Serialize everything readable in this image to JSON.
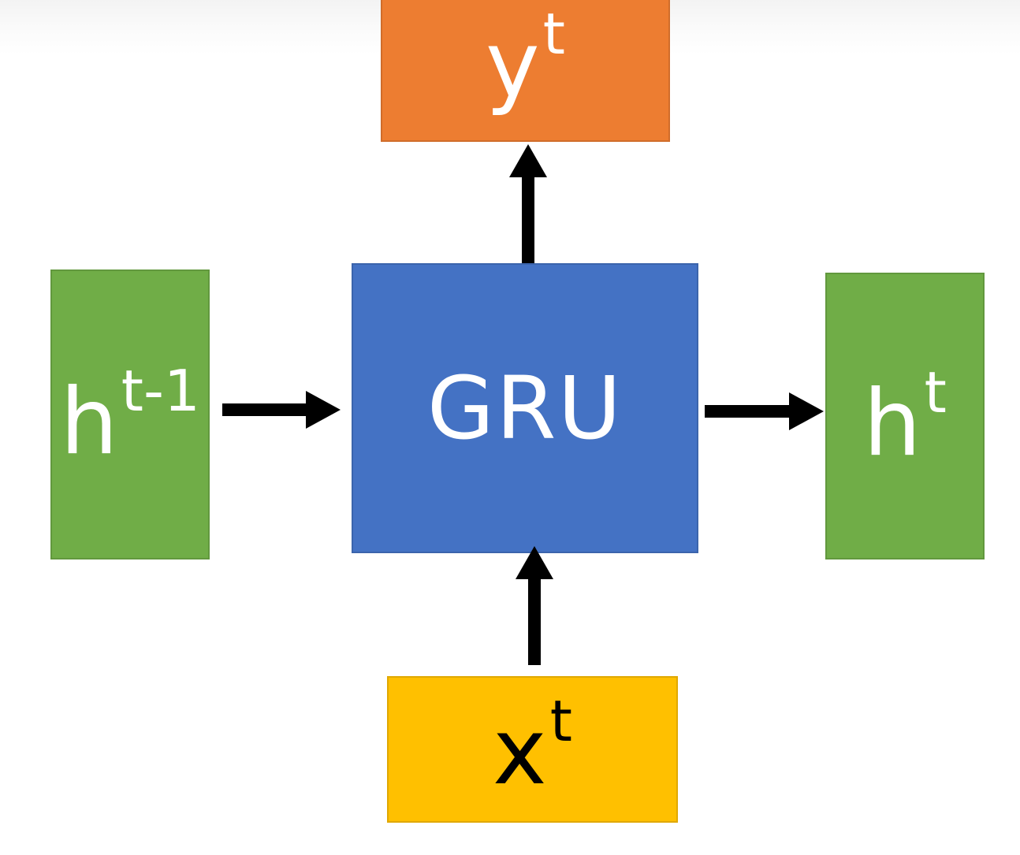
{
  "colors": {
    "output_box": "#ED7D31",
    "input_box": "#FFC000",
    "gru_box": "#4472C4",
    "hidden_box": "#70AD47",
    "light_text": "#ffffff",
    "dark_text": "#000000",
    "arrow": "#000000"
  },
  "nodes": {
    "output": {
      "base": "y",
      "sup": "t"
    },
    "input": {
      "base": "x",
      "sup": "t"
    },
    "gru": {
      "label": "GRU"
    },
    "hidden_prev": {
      "base": "h",
      "sup": "t-1"
    },
    "hidden_next": {
      "base": "h",
      "sup": "t"
    }
  },
  "edges": [
    {
      "from": "hidden_prev",
      "to": "gru"
    },
    {
      "from": "gru",
      "to": "hidden_next"
    },
    {
      "from": "input",
      "to": "gru"
    },
    {
      "from": "gru",
      "to": "output"
    }
  ]
}
